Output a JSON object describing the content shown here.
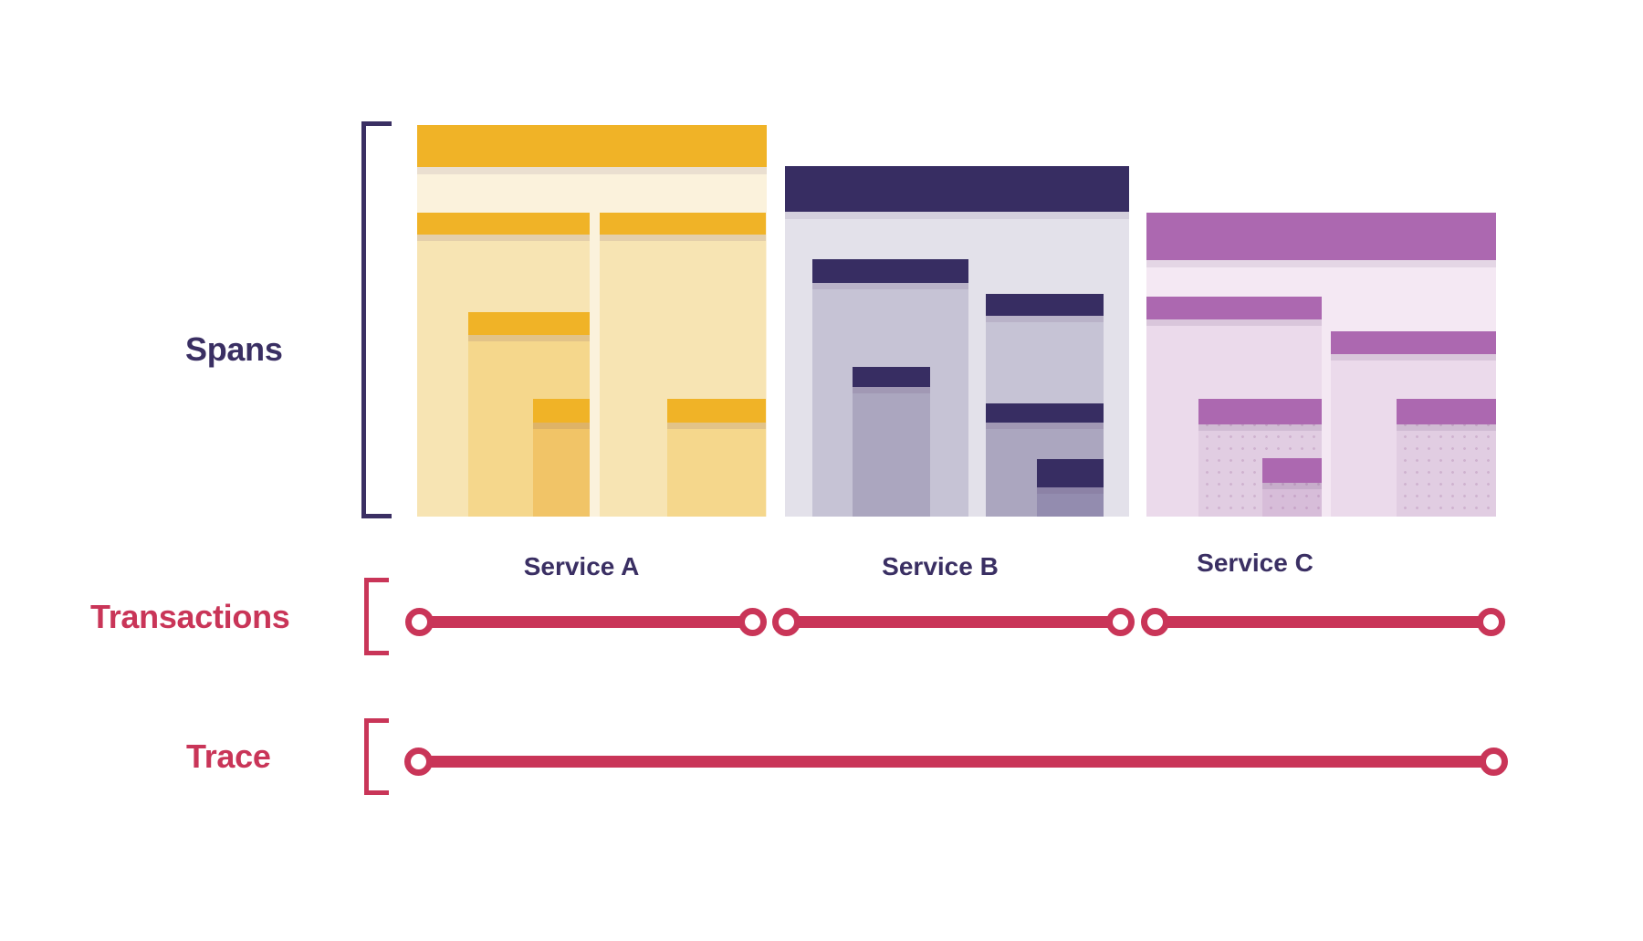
{
  "labels": {
    "spans": "Spans",
    "transactions": "Transactions",
    "trace": "Trace"
  },
  "services": [
    {
      "name": "Service A"
    },
    {
      "name": "Service B"
    },
    {
      "name": "Service C"
    }
  ],
  "colors": {
    "text_navy": "#3A2F63",
    "crimson": "#C93558",
    "gold_bar": "#F0B327",
    "gold_root_body": "#FBF2DC",
    "gold_l1": "#F7E4B3",
    "gold_l2": "#F5D78C",
    "gold_l3": "#F1C467",
    "navy_bar": "#372D62",
    "navy_root_body": "#E3E1EA",
    "navy_l1": "#C6C3D5",
    "navy_l2": "#ABA6BF",
    "navy_l3": "#938CAF",
    "purple_bar": "#AC68B0",
    "purple_root_body": "#F4E8F3",
    "purple_l1": "#EBDAEB",
    "purple_l2": "#E1CDE2",
    "purple_l3": "#D7BDD9"
  }
}
